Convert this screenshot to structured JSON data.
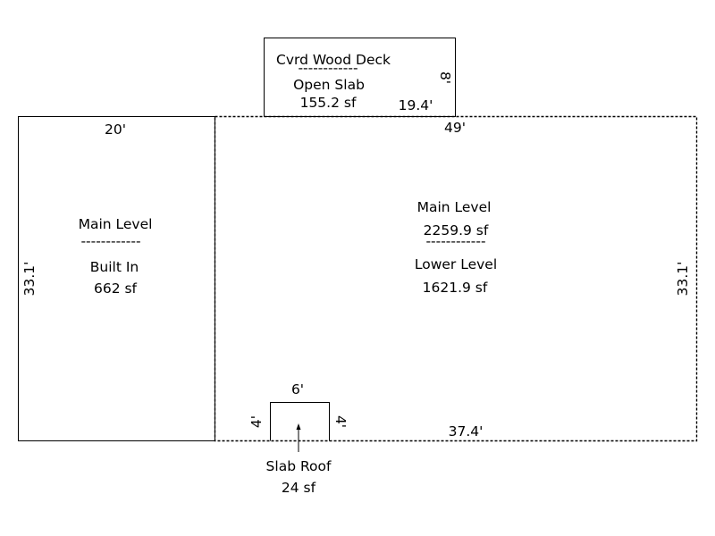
{
  "deck": {
    "name": "Cvrd Wood Deck",
    "separator": "------------",
    "type": "Open Slab",
    "area": "155.2 sf",
    "width_dim": "19.4'",
    "depth_dim": "8'"
  },
  "garage": {
    "level": "Main Level",
    "separator": "------------",
    "type": "Built In",
    "area": "662 sf",
    "width_dim": "20'",
    "height_dim": "33.1'"
  },
  "main": {
    "level": "Main Level",
    "level_area": "2259.9 sf",
    "separator": "------------",
    "lower_level": "Lower Level",
    "lower_area": "1621.9 sf",
    "top_dim": "49'",
    "right_dim": "33.1'",
    "bottom_dim": "37.4'"
  },
  "slab_roof": {
    "width_dim": "6'",
    "left_dim": "4'",
    "right_dim": "4'",
    "name": "Slab Roof",
    "area": "24 sf"
  }
}
